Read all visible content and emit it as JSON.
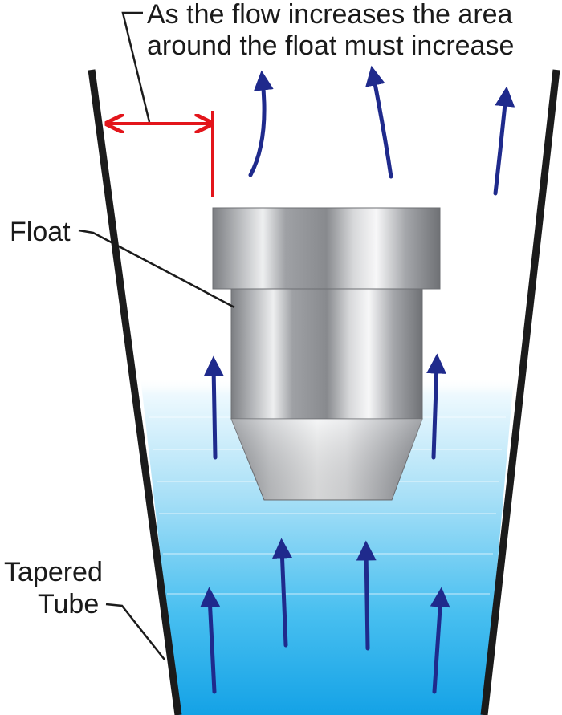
{
  "annotation": {
    "line1": "As the flow increases the area",
    "line2": "around the float must increase"
  },
  "labels": {
    "float": "Float",
    "tube_line1": "Tapered",
    "tube_line2": "Tube"
  },
  "colors": {
    "tube_wall": "#1b1b1b",
    "arrow": "#1f2a8c",
    "dimension": "#e3151b",
    "fluid_top": "#f3fbff",
    "fluid_bottom": "#1aa7e8",
    "float_metal": "#a9abaf"
  }
}
